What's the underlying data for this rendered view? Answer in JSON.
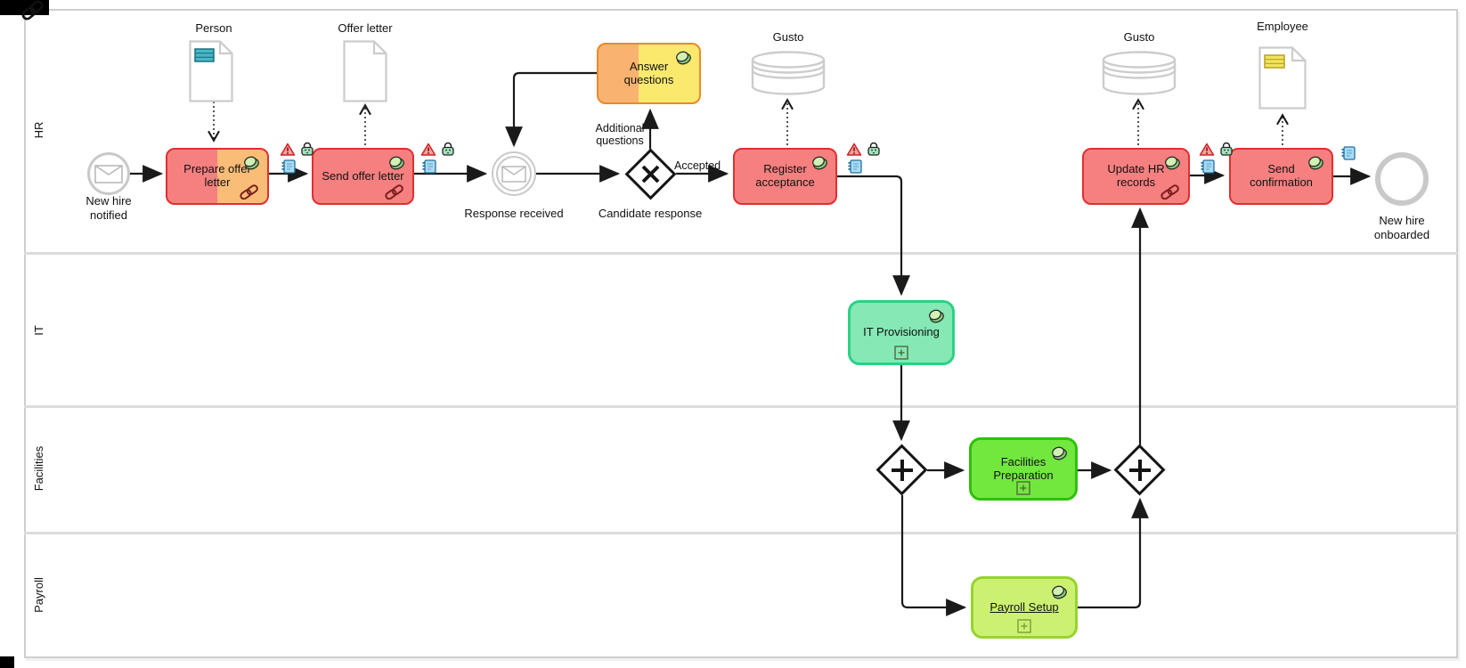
{
  "diagram": {
    "type": "BPMN swimlane process diagram",
    "pool_border_color": "#cfcfcf"
  },
  "lanes": {
    "hr": {
      "label": "HR"
    },
    "it": {
      "label": "IT"
    },
    "facilities": {
      "label": "Facilities"
    },
    "payroll": {
      "label": "Payroll"
    }
  },
  "events": {
    "start": {
      "label": "New hire notified",
      "type": "message-start"
    },
    "response": {
      "label": "Response received",
      "type": "message-intermediate"
    },
    "end": {
      "label": "New hire onboarded",
      "type": "end"
    }
  },
  "tasks": {
    "prepare": {
      "label": "Prepare offer letter"
    },
    "send_offer": {
      "label": "Send offer letter"
    },
    "answer": {
      "label": "Answer questions"
    },
    "register": {
      "label": "Register acceptance"
    },
    "update_hr": {
      "label": "Update HR records"
    },
    "send_conf": {
      "label": "Send confirmation"
    }
  },
  "subprocesses": {
    "it_provisioning": {
      "label": "IT Provisioning"
    },
    "facilities_preparation": {
      "label": "Facilities Preparation"
    },
    "payroll_setup": {
      "label": "Payroll Setup"
    }
  },
  "gateways": {
    "candidate_response": {
      "label": "Candidate response",
      "type": "exclusive"
    },
    "split": {
      "type": "parallel"
    },
    "join": {
      "type": "parallel"
    }
  },
  "data_objects": {
    "person": {
      "label": "Person"
    },
    "offer_letter": {
      "label": "Offer letter"
    },
    "employee": {
      "label": "Employee"
    }
  },
  "data_stores": {
    "gusto_1": {
      "label": "Gusto"
    },
    "gusto_2": {
      "label": "Gusto"
    }
  },
  "edge_labels": {
    "accepted": "Accepted",
    "additional_questions": "Additional questions"
  },
  "icons": {
    "comment-badge-icon": "green coin/comment badge on task corners",
    "link-icon": "chain link badge on task corners",
    "warning-icon": "red exclamation triangle indicator",
    "lock-icon": "green padlock indicator",
    "notes-icon": "blue notepad indicator",
    "envelope-icon": "message envelope in events",
    "plus-marker-icon": "collapsed subprocess marker",
    "chain-corner-icon": "link glyph at pool top-left",
    "database-icon": "data store cylinder",
    "document-icon": "data object page"
  },
  "colors": {
    "task_red_fill": "#f68080",
    "task_red_border": "#e12f2f",
    "task_orange_fill": "#f9bd78",
    "task_yellow_fill": "#fae96d",
    "task_orange_border": "#e98a2b",
    "subprocess_mint_fill": "#85e8b5",
    "subprocess_mint_border": "#2bd184",
    "subprocess_green_fill": "#72e83f",
    "subprocess_green_border": "#2cc206",
    "subprocess_lime_fill": "#ccf172",
    "subprocess_lime_border": "#96d32e",
    "event_gray": "#c9c9c9",
    "flow_black": "#1a1a1a"
  }
}
